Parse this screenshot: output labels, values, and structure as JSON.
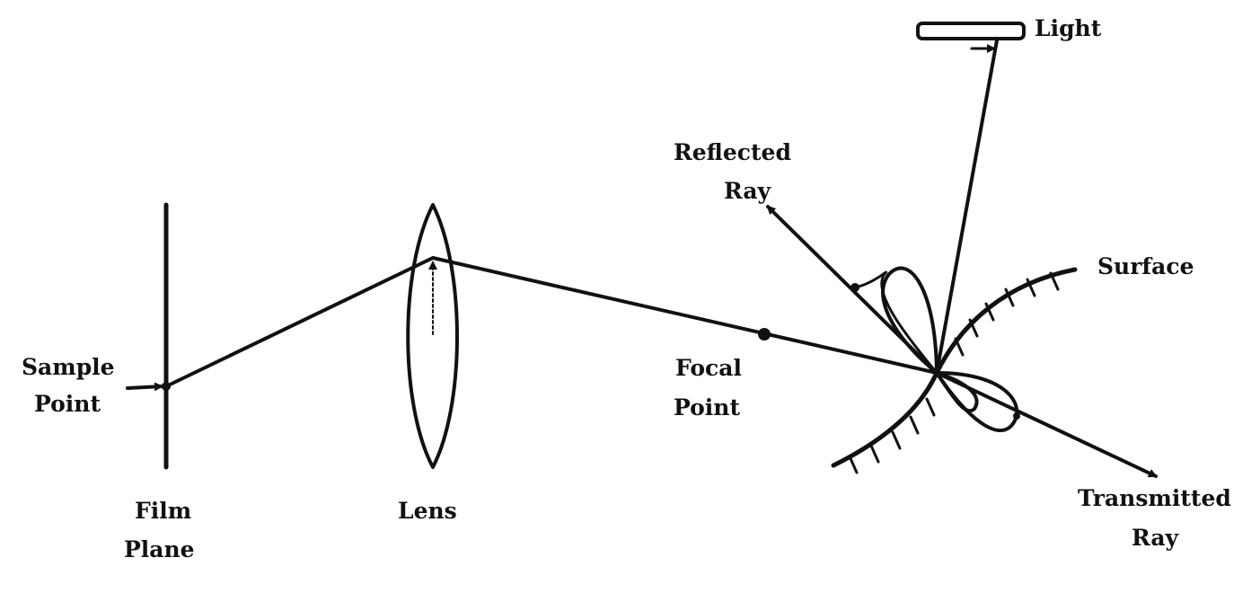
{
  "labels": {
    "light": "Light",
    "reflected_ray": [
      "Reflected",
      "Ray"
    ],
    "surface": "Surface",
    "sample_point": [
      "Sample",
      "Point"
    ],
    "focal_point": [
      "Focal",
      "Point"
    ],
    "film_plane": [
      "Film",
      "Plane"
    ],
    "lens": "Lens",
    "transmitted_ray": [
      "Transmitted",
      "Ray"
    ]
  },
  "colors": {
    "ink": "#111111",
    "background": "#ffffff"
  }
}
